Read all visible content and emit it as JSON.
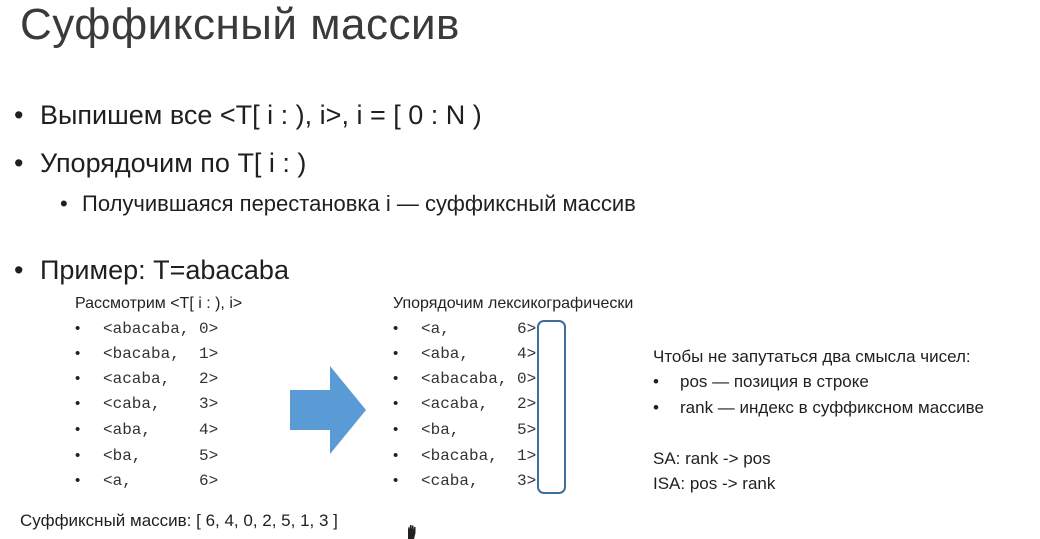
{
  "title": "Суффиксный массив",
  "bullets": [
    "Выпишем все <T[ i : ), i>, i = [ 0 : N )",
    "Упорядочим по T[ i : )",
    "Пример: T=abacaba"
  ],
  "sub_bullet": "Получившаяся перестановка i — суффиксный массив",
  "bullet_char": "•",
  "left_list": {
    "caption": "Рассмотрим <T[ i : ), i>",
    "rows": [
      "<abacaba, 0>",
      "<bacaba,  1>",
      "<acaba,   2>",
      "<caba,    3>",
      "<aba,     4>",
      "<ba,      5>",
      "<a,       6>"
    ]
  },
  "right_list": {
    "caption": "Упорядочим лексикографически",
    "rows": [
      "<a,       6>",
      "<aba,     4>",
      "<abacaba, 0>",
      "<acaba,   2>",
      "<ba,      5>",
      "<bacaba,  1>",
      "<caba,    3>"
    ]
  },
  "note": {
    "heading": "Чтобы не запутаться два смысла чисел:",
    "items": [
      "pos — позиция в строке",
      "rank — индекс в суффиксном массиве"
    ],
    "sa": "SA: rank -> pos",
    "isa": "ISA: pos -> rank"
  },
  "result": "Суффиксный массив: [ 6, 4, 0, 2, 5, 1, 3 ]",
  "colors": {
    "arrow": "#5b9bd5",
    "box": "#3f6e9a"
  },
  "icons": {
    "arrow": "right-arrow-icon",
    "cursor": "hand-cursor-icon"
  }
}
